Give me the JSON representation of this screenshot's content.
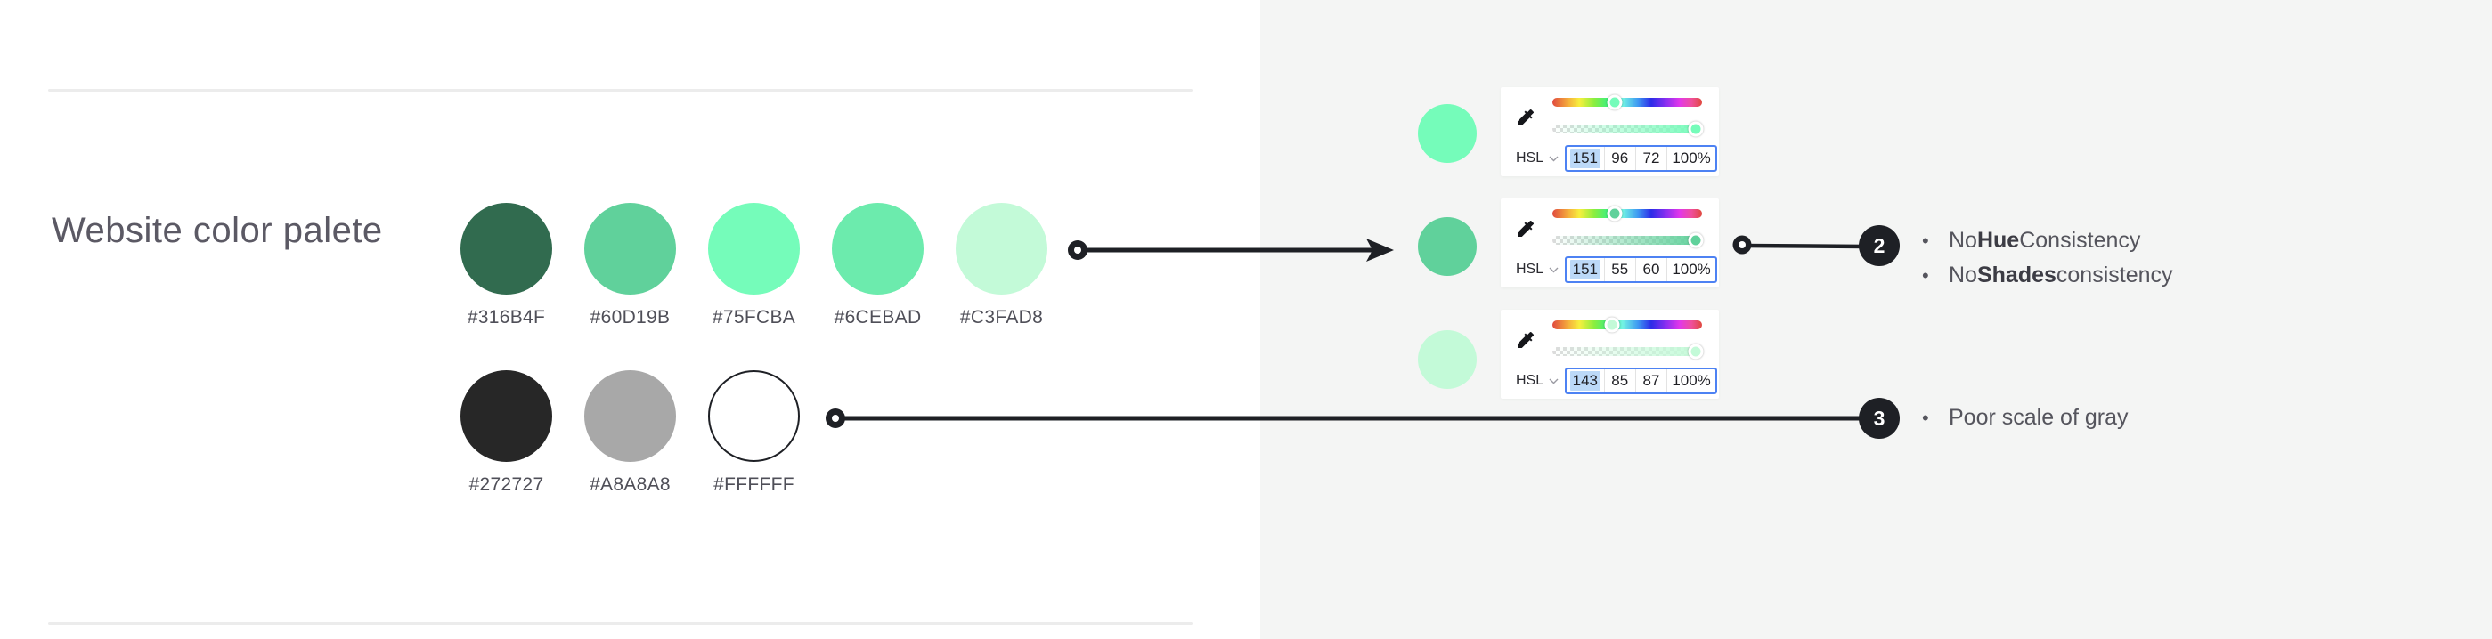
{
  "title": "Website color palete",
  "palette": {
    "greens": [
      "#316B4F",
      "#60D19B",
      "#75FCBA",
      "#6CEBAD",
      "#C3FAD8"
    ],
    "grays": [
      "#272727",
      "#A8A8A8",
      "#FFFFFF"
    ]
  },
  "pickers": [
    {
      "color": "#75FCBA",
      "format": "HSL",
      "values": [
        "151",
        "96",
        "72",
        "100%"
      ]
    },
    {
      "color": "#60D19B",
      "format": "HSL",
      "values": [
        "151",
        "55",
        "60",
        "100%"
      ]
    },
    {
      "color": "#C3FAD8",
      "format": "HSL",
      "values": [
        "143",
        "85",
        "87",
        "100%"
      ]
    }
  ],
  "annotations": [
    {
      "number": "2",
      "bullets": [
        [
          {
            "text": "No "
          },
          {
            "text": "Hue",
            "bold": true
          },
          {
            "text": " Consistency"
          }
        ],
        [
          {
            "text": "No "
          },
          {
            "text": "Shades",
            "bold": true
          },
          {
            "text": " consistency"
          }
        ]
      ]
    },
    {
      "number": "3",
      "bullets": [
        [
          {
            "text": "Poor scale of gray"
          }
        ]
      ]
    }
  ],
  "icons": {
    "eyedropper": "eyedropper-icon",
    "chevron": "chevron-down-icon"
  },
  "colors": {
    "panel_bg": "#F4F5F4",
    "arrow_black": "#1E2025",
    "accent_blue": "#4D82F3",
    "selection_blue": "#BCD9F8",
    "title_gray": "#5B5964",
    "label_gray": "#4F4F58",
    "divider_gray": "#ECECEC"
  }
}
